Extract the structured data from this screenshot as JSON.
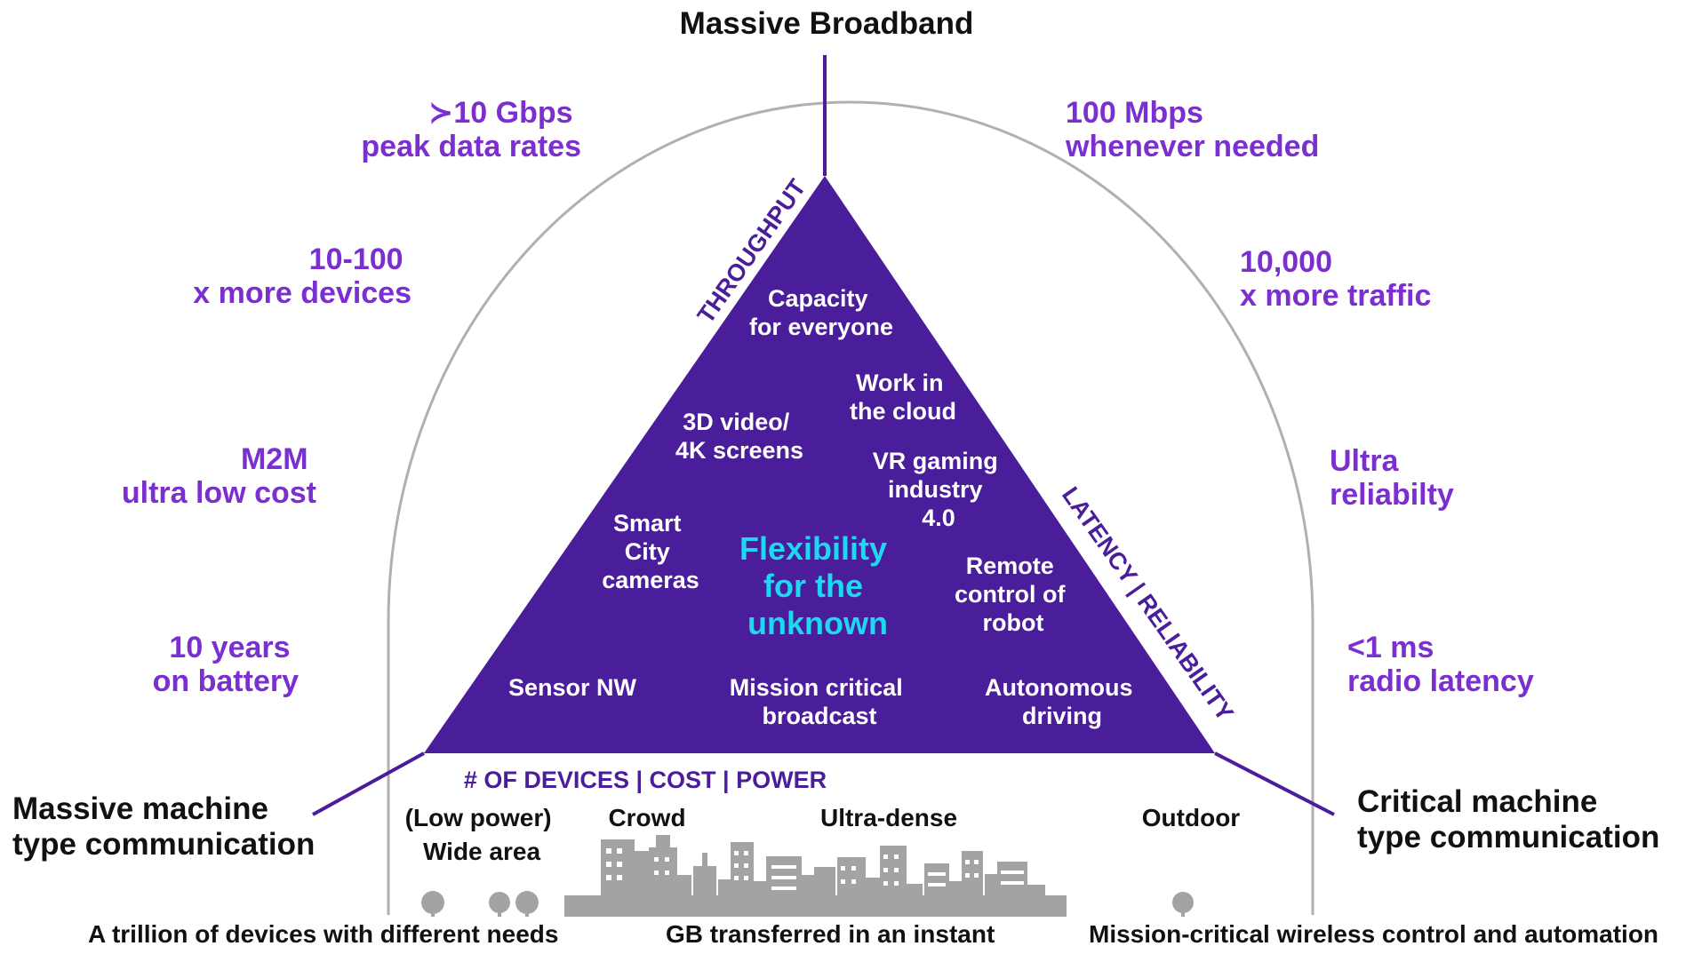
{
  "colors": {
    "triangle": "#4a1d9a",
    "stat_text": "#7b2fd0",
    "accent": "#1ed7f0",
    "dome_outline": "#b0b0b0",
    "skyline": "#a3a3a3"
  },
  "corners": {
    "top": "Massive Broadband",
    "left": [
      "Massive machine",
      "type communication"
    ],
    "right": [
      "Critical machine",
      "type communication"
    ]
  },
  "stats_left": [
    [
      "≻10 Gbps",
      "peak data rates"
    ],
    [
      "10-100",
      "x more devices"
    ],
    [
      "M2M",
      "ultra low cost"
    ],
    [
      "10 years",
      "on battery"
    ]
  ],
  "stats_right": [
    [
      "100 Mbps",
      "whenever needed"
    ],
    [
      "10,000",
      "x more traffic"
    ],
    [
      "Ultra",
      "reliabilty"
    ],
    [
      "<1 ms",
      "radio latency"
    ]
  ],
  "axes": {
    "left": "THROUGHPUT",
    "right": "LATENCY | RELIABILITY",
    "bottom": "# OF DEVICES | COST | POWER"
  },
  "center": [
    "Flexibility",
    "for the",
    "unknown"
  ],
  "use_cases": [
    [
      "Capacity",
      "for everyone"
    ],
    [
      "Work in",
      "the cloud"
    ],
    [
      "3D video/",
      "4K screens"
    ],
    [
      "VR gaming",
      "industry",
      "4.0"
    ],
    [
      "Smart",
      "City",
      "cameras"
    ],
    [
      "Remote",
      "control of",
      "robot"
    ],
    [
      "Sensor NW"
    ],
    [
      "Mission critical",
      "broadcast"
    ],
    [
      "Autonomous",
      "driving"
    ]
  ],
  "environments": [
    [
      "(Low power)",
      "Wide area"
    ],
    [
      "Crowd"
    ],
    [
      "Ultra-dense"
    ],
    [
      "Outdoor"
    ]
  ],
  "footer": [
    "A trillion of devices with different needs",
    "GB transferred in an instant",
    "Mission-critical wireless control and automation"
  ],
  "icons": {
    "skyline": "city-skyline-icon",
    "trees": "tree-icon"
  }
}
